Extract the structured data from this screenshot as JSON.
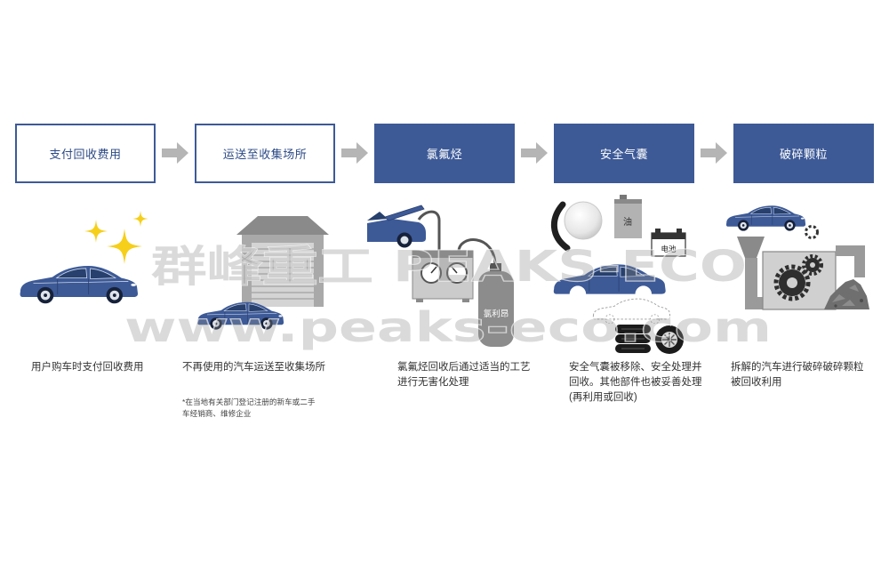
{
  "steps": [
    {
      "title": "支付回收费用",
      "description": [
        "用户购车时支付回收费用"
      ],
      "icons": [
        "car-icon",
        "sparkle-icon"
      ]
    },
    {
      "title": "运送至收集场所",
      "description": [
        "不再使用的汽车运送至收集场所"
      ],
      "footnote": [
        "*在当地有关部门登记注册的新车或二手",
        "车经销商、维修企业"
      ],
      "icons": [
        "warehouse-icon",
        "car-icon"
      ]
    },
    {
      "title": "氯氟烃",
      "description": [
        "氯氟烃回收后通过适当的工艺",
        "进行无害化处理"
      ],
      "cylinder_label": "氯利昂",
      "icons": [
        "car-hood-open-icon",
        "recovery-machine-icon",
        "gas-cylinder-icon"
      ]
    },
    {
      "title": "安全气囊",
      "description": [
        "安全气囊被移除、安全处理并",
        "回收。其他部件也被妥善处理",
        "(再利用或回收)"
      ],
      "oil_label": "油",
      "battery_label": "电池",
      "icons": [
        "airbag-icon",
        "steering-wheel-icon",
        "oil-can-icon",
        "battery-icon",
        "car-body-icon",
        "tire-icon"
      ]
    },
    {
      "title": "破碎颗粒",
      "description": [
        "拆解的汽车进行破碎破碎颗粒",
        "被回收利用"
      ],
      "icons": [
        "car-icon",
        "shredder-icon",
        "gear-icon",
        "debris-pile-icon"
      ]
    }
  ],
  "arrow_icon": "arrow-right-icon",
  "colors": {
    "primary": "#3d5a97",
    "arrow": "#b5b5b5",
    "sparkle": "#f6cf1a",
    "text": "#333333"
  },
  "watermark": {
    "line1": "群峰重工 PEAKS-ECO",
    "line2": "www.peaks-eco.com"
  }
}
